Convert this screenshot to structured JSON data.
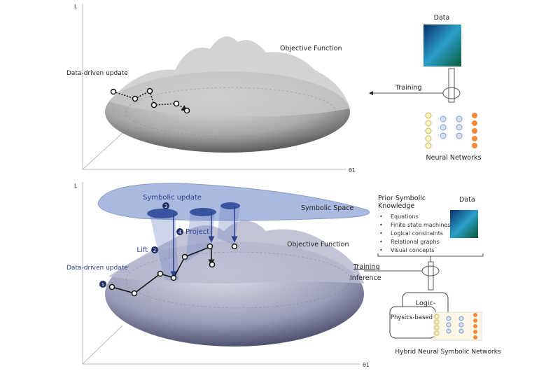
{
  "top_panel": {
    "axis_y": "L",
    "axis_x": "θ1",
    "surface_label": "Objective Function",
    "update_label": "Data-driven update",
    "data_label": "Data",
    "training_label": "Training",
    "network_label": "Neural Networks"
  },
  "bottom_panel": {
    "axis_y": "L",
    "axis_x": "θ1",
    "symbolic_space_label": "Symbolic Space",
    "symbolic_update_label": "Symbolic update",
    "step3": "3",
    "project_label": "Project",
    "step4": "4",
    "lift_label": "Lift",
    "step2": "2",
    "update_label": "Data-driven update",
    "step1": "1",
    "surface_label": "Objective Function",
    "prior_title": "Prior Symbolic Knowledge",
    "prior_items": [
      "Equations",
      "Finite state machines",
      "Logical constraints",
      "Relational graphs",
      "Visual concepts"
    ],
    "data_label": "Data",
    "training_label": "Training",
    "inference_label": "Inference",
    "logic_label": "Logic-",
    "physics_label": "Physics-based",
    "network_label": "Hybrid Neural Symbolic Networks"
  },
  "colors": {
    "accent": "#2b3f8c",
    "symbolic": "#6f87c4",
    "surface_top": "#9a9a9a",
    "surface_bottom": "#8a8fb0"
  }
}
